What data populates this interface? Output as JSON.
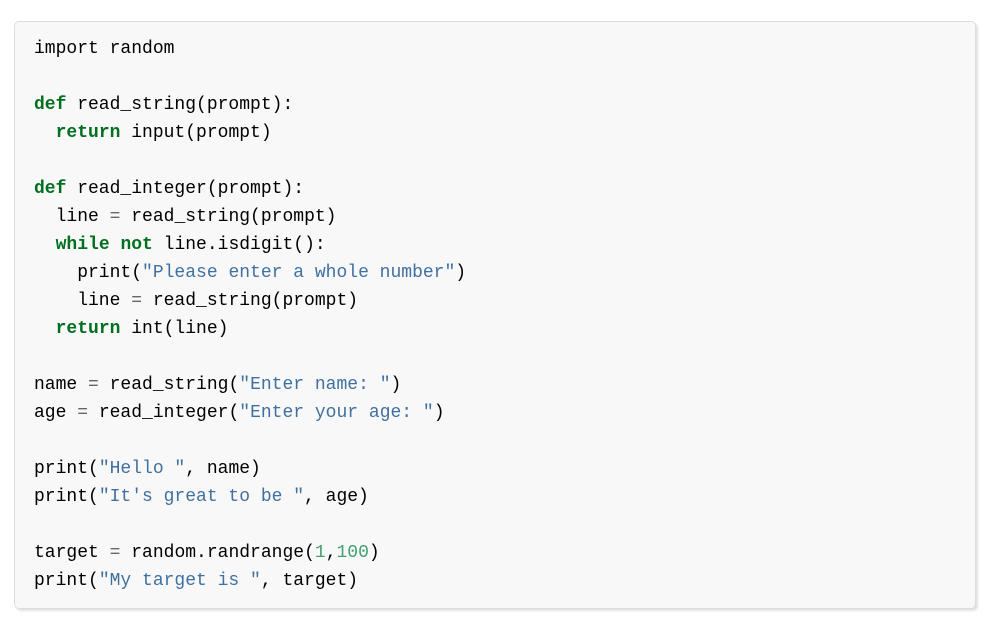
{
  "page": {
    "background": "#ffffff"
  },
  "code_block": {
    "language": "python",
    "background": "#f8f8f8",
    "border_color": "#dddddd",
    "token_colors": {
      "plain": "#000000",
      "keyword": "#007020",
      "string": "#4070a0",
      "number": "#40a070",
      "operator": "#666666"
    },
    "lines": [
      [
        {
          "t": "import random",
          "c": "plain"
        }
      ],
      [],
      [
        {
          "t": "def",
          "c": "keyword"
        },
        {
          "t": " read_string(prompt):",
          "c": "plain"
        }
      ],
      [
        {
          "t": "  ",
          "c": "plain"
        },
        {
          "t": "return",
          "c": "keyword"
        },
        {
          "t": " input(prompt)",
          "c": "plain"
        }
      ],
      [],
      [
        {
          "t": "def",
          "c": "keyword"
        },
        {
          "t": " read_integer(prompt):",
          "c": "plain"
        }
      ],
      [
        {
          "t": "  line ",
          "c": "plain"
        },
        {
          "t": "=",
          "c": "operator"
        },
        {
          "t": " read_string(prompt)",
          "c": "plain"
        }
      ],
      [
        {
          "t": "  ",
          "c": "plain"
        },
        {
          "t": "while",
          "c": "keyword"
        },
        {
          "t": " ",
          "c": "plain"
        },
        {
          "t": "not",
          "c": "keyword"
        },
        {
          "t": " line.isdigit():",
          "c": "plain"
        }
      ],
      [
        {
          "t": "    print(",
          "c": "plain"
        },
        {
          "t": "\"Please enter a whole number\"",
          "c": "string"
        },
        {
          "t": ")",
          "c": "plain"
        }
      ],
      [
        {
          "t": "    line ",
          "c": "plain"
        },
        {
          "t": "=",
          "c": "operator"
        },
        {
          "t": " read_string(prompt)",
          "c": "plain"
        }
      ],
      [
        {
          "t": "  ",
          "c": "plain"
        },
        {
          "t": "return",
          "c": "keyword"
        },
        {
          "t": " int(line)",
          "c": "plain"
        }
      ],
      [],
      [
        {
          "t": "name ",
          "c": "plain"
        },
        {
          "t": "=",
          "c": "operator"
        },
        {
          "t": " read_string(",
          "c": "plain"
        },
        {
          "t": "\"Enter name: \"",
          "c": "string"
        },
        {
          "t": ")",
          "c": "plain"
        }
      ],
      [
        {
          "t": "age ",
          "c": "plain"
        },
        {
          "t": "=",
          "c": "operator"
        },
        {
          "t": " read_integer(",
          "c": "plain"
        },
        {
          "t": "\"Enter your age: \"",
          "c": "string"
        },
        {
          "t": ")",
          "c": "plain"
        }
      ],
      [],
      [
        {
          "t": "print(",
          "c": "plain"
        },
        {
          "t": "\"Hello \"",
          "c": "string"
        },
        {
          "t": ", name)",
          "c": "plain"
        }
      ],
      [
        {
          "t": "print(",
          "c": "plain"
        },
        {
          "t": "\"It's great to be \"",
          "c": "string"
        },
        {
          "t": ", age)",
          "c": "plain"
        }
      ],
      [],
      [
        {
          "t": "target ",
          "c": "plain"
        },
        {
          "t": "=",
          "c": "operator"
        },
        {
          "t": " random.randrange(",
          "c": "plain"
        },
        {
          "t": "1",
          "c": "number"
        },
        {
          "t": ",",
          "c": "plain"
        },
        {
          "t": "100",
          "c": "number"
        },
        {
          "t": ")",
          "c": "plain"
        }
      ],
      [
        {
          "t": "print(",
          "c": "plain"
        },
        {
          "t": "\"My target is \"",
          "c": "string"
        },
        {
          "t": ", target)",
          "c": "plain"
        }
      ]
    ]
  }
}
